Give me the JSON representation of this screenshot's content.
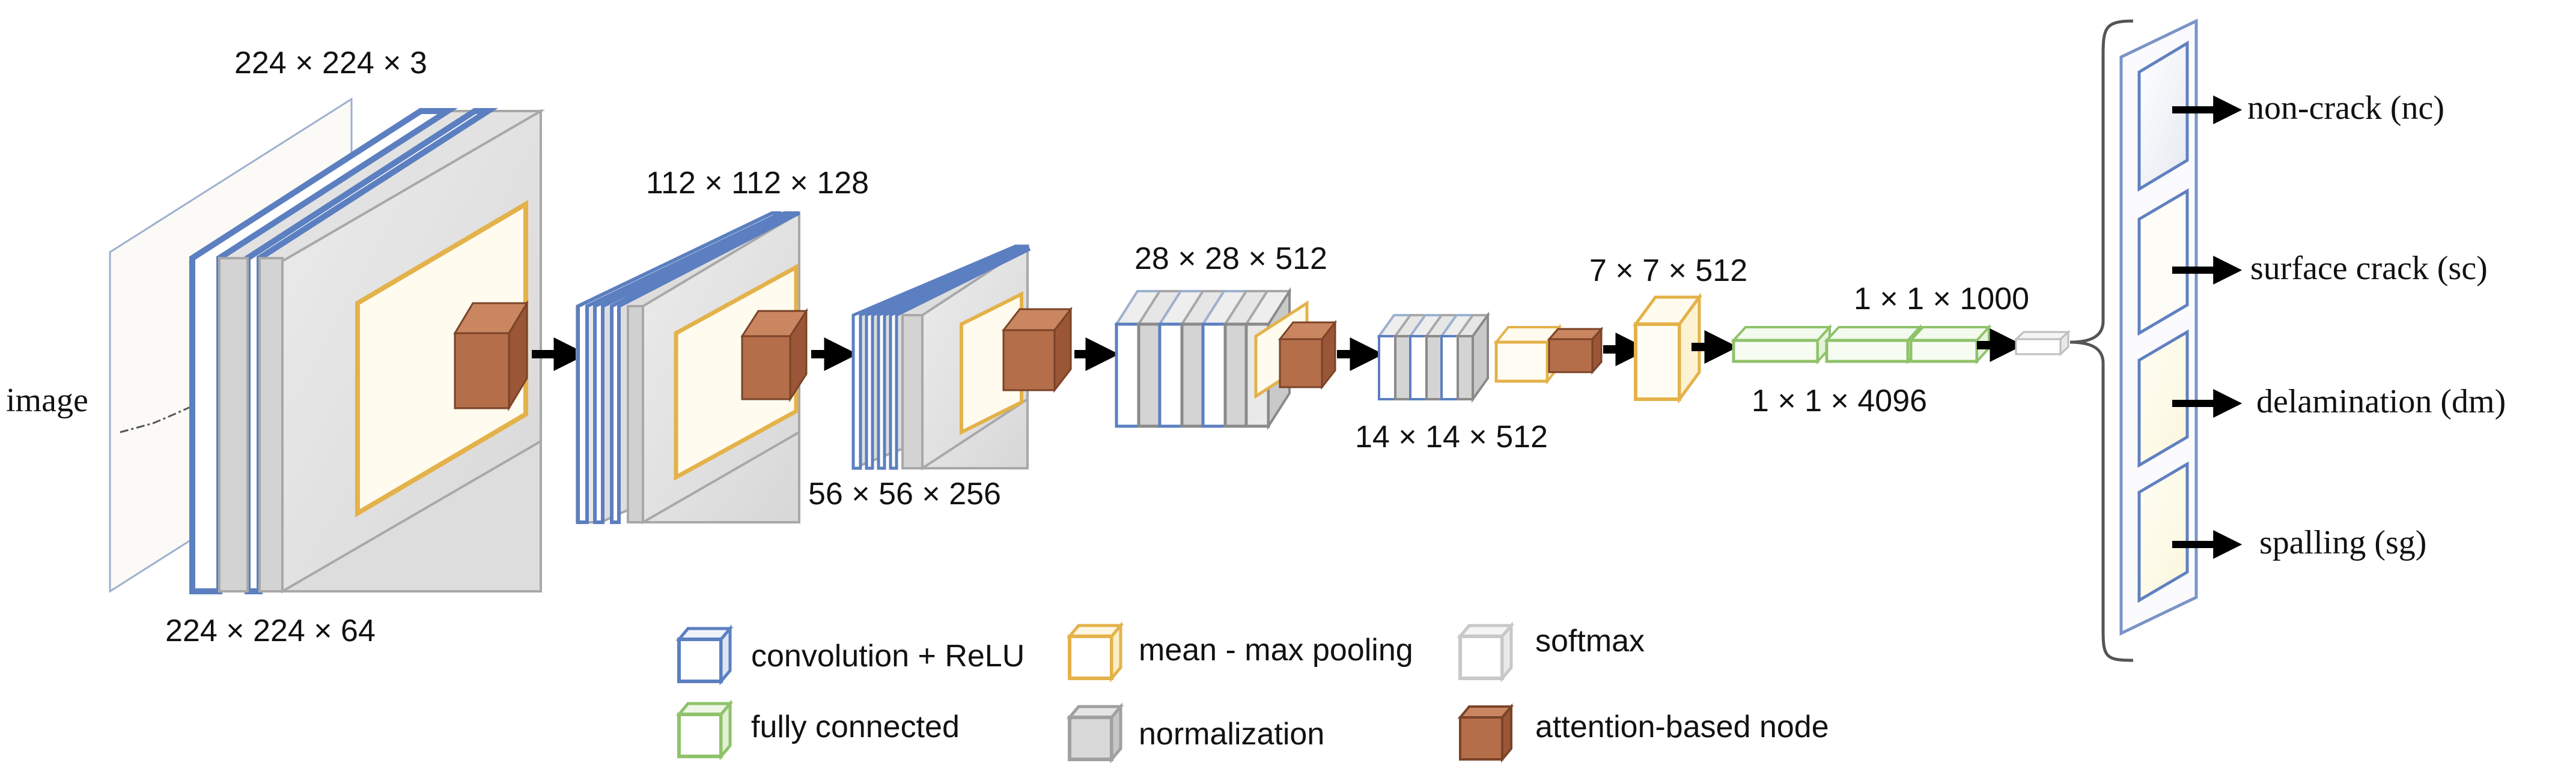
{
  "input": {
    "label": "image"
  },
  "dims": {
    "input": "224 × 224 × 3",
    "block1": "224 × 224 × 64",
    "block2": "112 × 112 × 128",
    "block3": "56 × 56 × 256",
    "block4": "28 × 28 × 512",
    "block5": "14 × 14 × 512",
    "pool_final": "7 × 7 × 512",
    "fc": "1 × 1 × 4096",
    "fc_out": "1 × 1 × 1000"
  },
  "outputs": [
    {
      "label": "non-crack (nc)"
    },
    {
      "label": "surface crack (sc)"
    },
    {
      "label": "delamination (dm)"
    },
    {
      "label": "spalling (sg)"
    }
  ],
  "legend": [
    {
      "label": "convolution + ReLU",
      "color": "#5b7fc0"
    },
    {
      "label": "mean - max pooling",
      "color": "#e4b24a"
    },
    {
      "label": "softmax",
      "color": "#c8c8c8"
    },
    {
      "label": "fully connected",
      "color": "#8fc26a"
    },
    {
      "label": "normalization",
      "color": "#a0a0a0"
    },
    {
      "label": "attention-based node",
      "color": "#b56e4a"
    }
  ],
  "colors": {
    "conv": "#5b7fc0",
    "pool": "#e4b24a",
    "norm": "#a0a0a0",
    "fc": "#8fc26a",
    "attention": "#b56e4a",
    "softmax": "#bdbdbd"
  }
}
